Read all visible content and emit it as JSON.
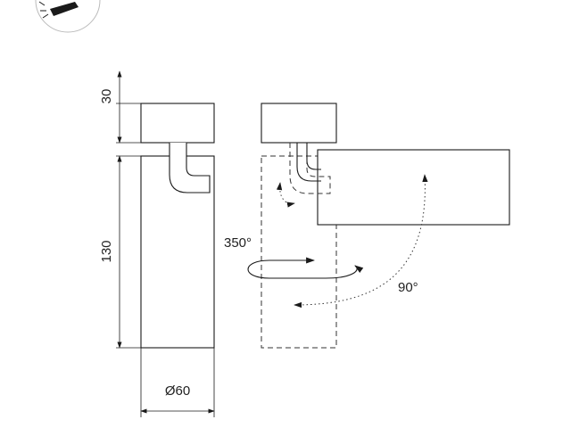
{
  "dimensions": {
    "cap_height": "30",
    "body_height": "130",
    "diameter": "Ø60"
  },
  "angles": {
    "rotation": "350°",
    "tilt": "90°"
  },
  "icon": "lamp-icon"
}
